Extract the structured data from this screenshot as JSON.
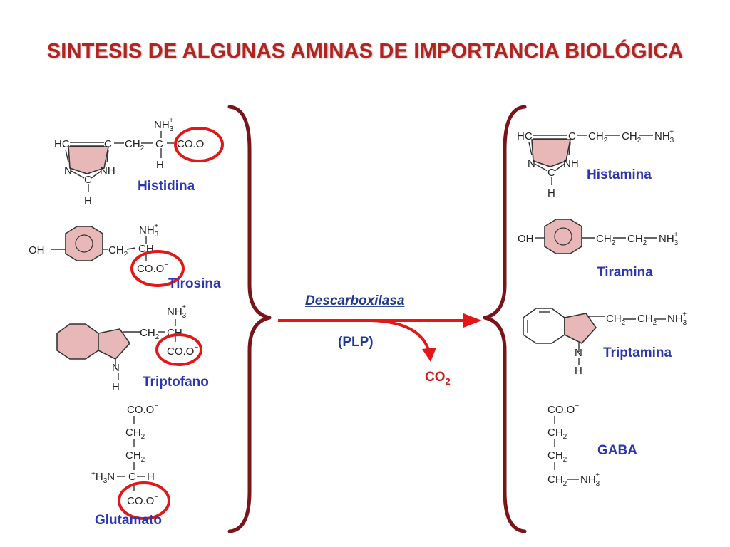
{
  "title": "SINTESIS DE ALGUNAS AMINAS DE IMPORTANCIA BIOLÓGICA",
  "colors": {
    "title": "#b3231f",
    "labels": "#2b36b0",
    "arrow": "#e21818",
    "brace": "#7a1419",
    "ring_fill": "#e8b8b8"
  },
  "reaction": {
    "enzyme": "Descarboxilasa",
    "cofactor": "(PLP)",
    "byproduct": "CO",
    "byproduct_subscript": "2"
  },
  "substrates": [
    {
      "name": "Histidina"
    },
    {
      "name": "Tirosina"
    },
    {
      "name": "Triptofano"
    },
    {
      "name": "Glutamato"
    }
  ],
  "products": [
    {
      "name": "Histamina"
    },
    {
      "name": "Tiramina"
    },
    {
      "name": "Triptamina"
    },
    {
      "name": "GABA"
    }
  ],
  "chem_text": {
    "hc": "HC",
    "c": "C",
    "n": "N",
    "nh": "NH",
    "h": "H",
    "oh": "OH",
    "ch2": "CH",
    "two": "2",
    "three": "3",
    "plus": "+",
    "minus": "−",
    "nh3": "NH",
    "coo": "CO.O",
    "h3n": "H",
    "h3n_n": "N",
    "dash": "−"
  }
}
